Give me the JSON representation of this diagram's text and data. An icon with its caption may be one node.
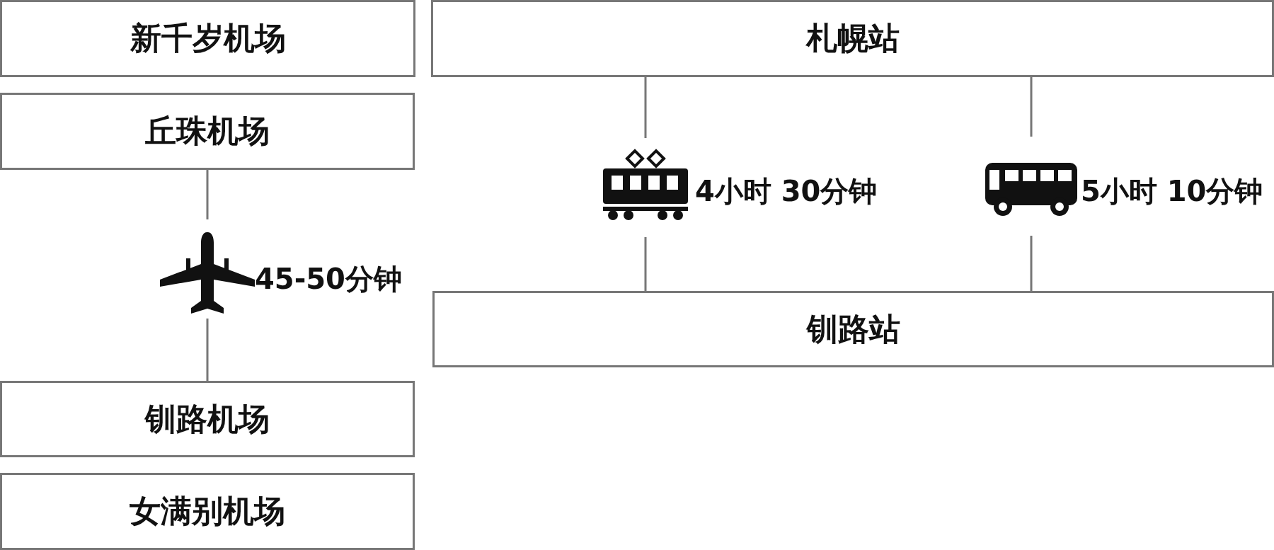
{
  "diagram": {
    "nodes": [
      {
        "text": [
          "新千岁机场"
        ]
      },
      {
        "text": [
          "丘珠机场"
        ]
      },
      {
        "text": [
          "钏路机场"
        ]
      },
      {
        "text": [
          "女满别机场"
        ]
      },
      {
        "text": [
          "札幌站"
        ]
      },
      {
        "text": [
          "钏路站"
        ]
      }
    ],
    "edges": [
      {
        "from": 1,
        "to": 2,
        "arrow": "none",
        "label": "45-50分钟"
      },
      {
        "from": 4,
        "to": 5,
        "arrow": "none",
        "label": "4小时 30分钟"
      },
      {
        "from": 4,
        "to": 5,
        "arrow": "none",
        "label": "5小时 10分钟"
      }
    ]
  }
}
